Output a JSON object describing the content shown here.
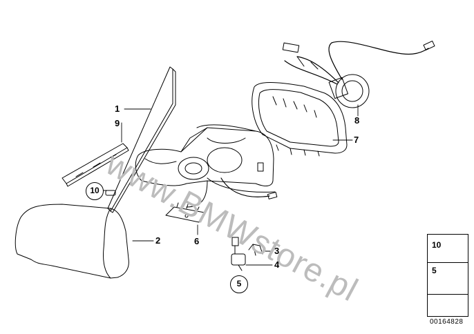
{
  "watermark": "www.BMWstore.pl",
  "callouts": {
    "c1": "1",
    "c2": "2",
    "c3": "3",
    "c4": "4",
    "c5": "5",
    "c6": "6",
    "c7": "7",
    "c8": "8",
    "c9": "9",
    "c10": "10"
  },
  "legend": {
    "item1": "10",
    "item2": "5"
  },
  "doc_number": "00164828"
}
